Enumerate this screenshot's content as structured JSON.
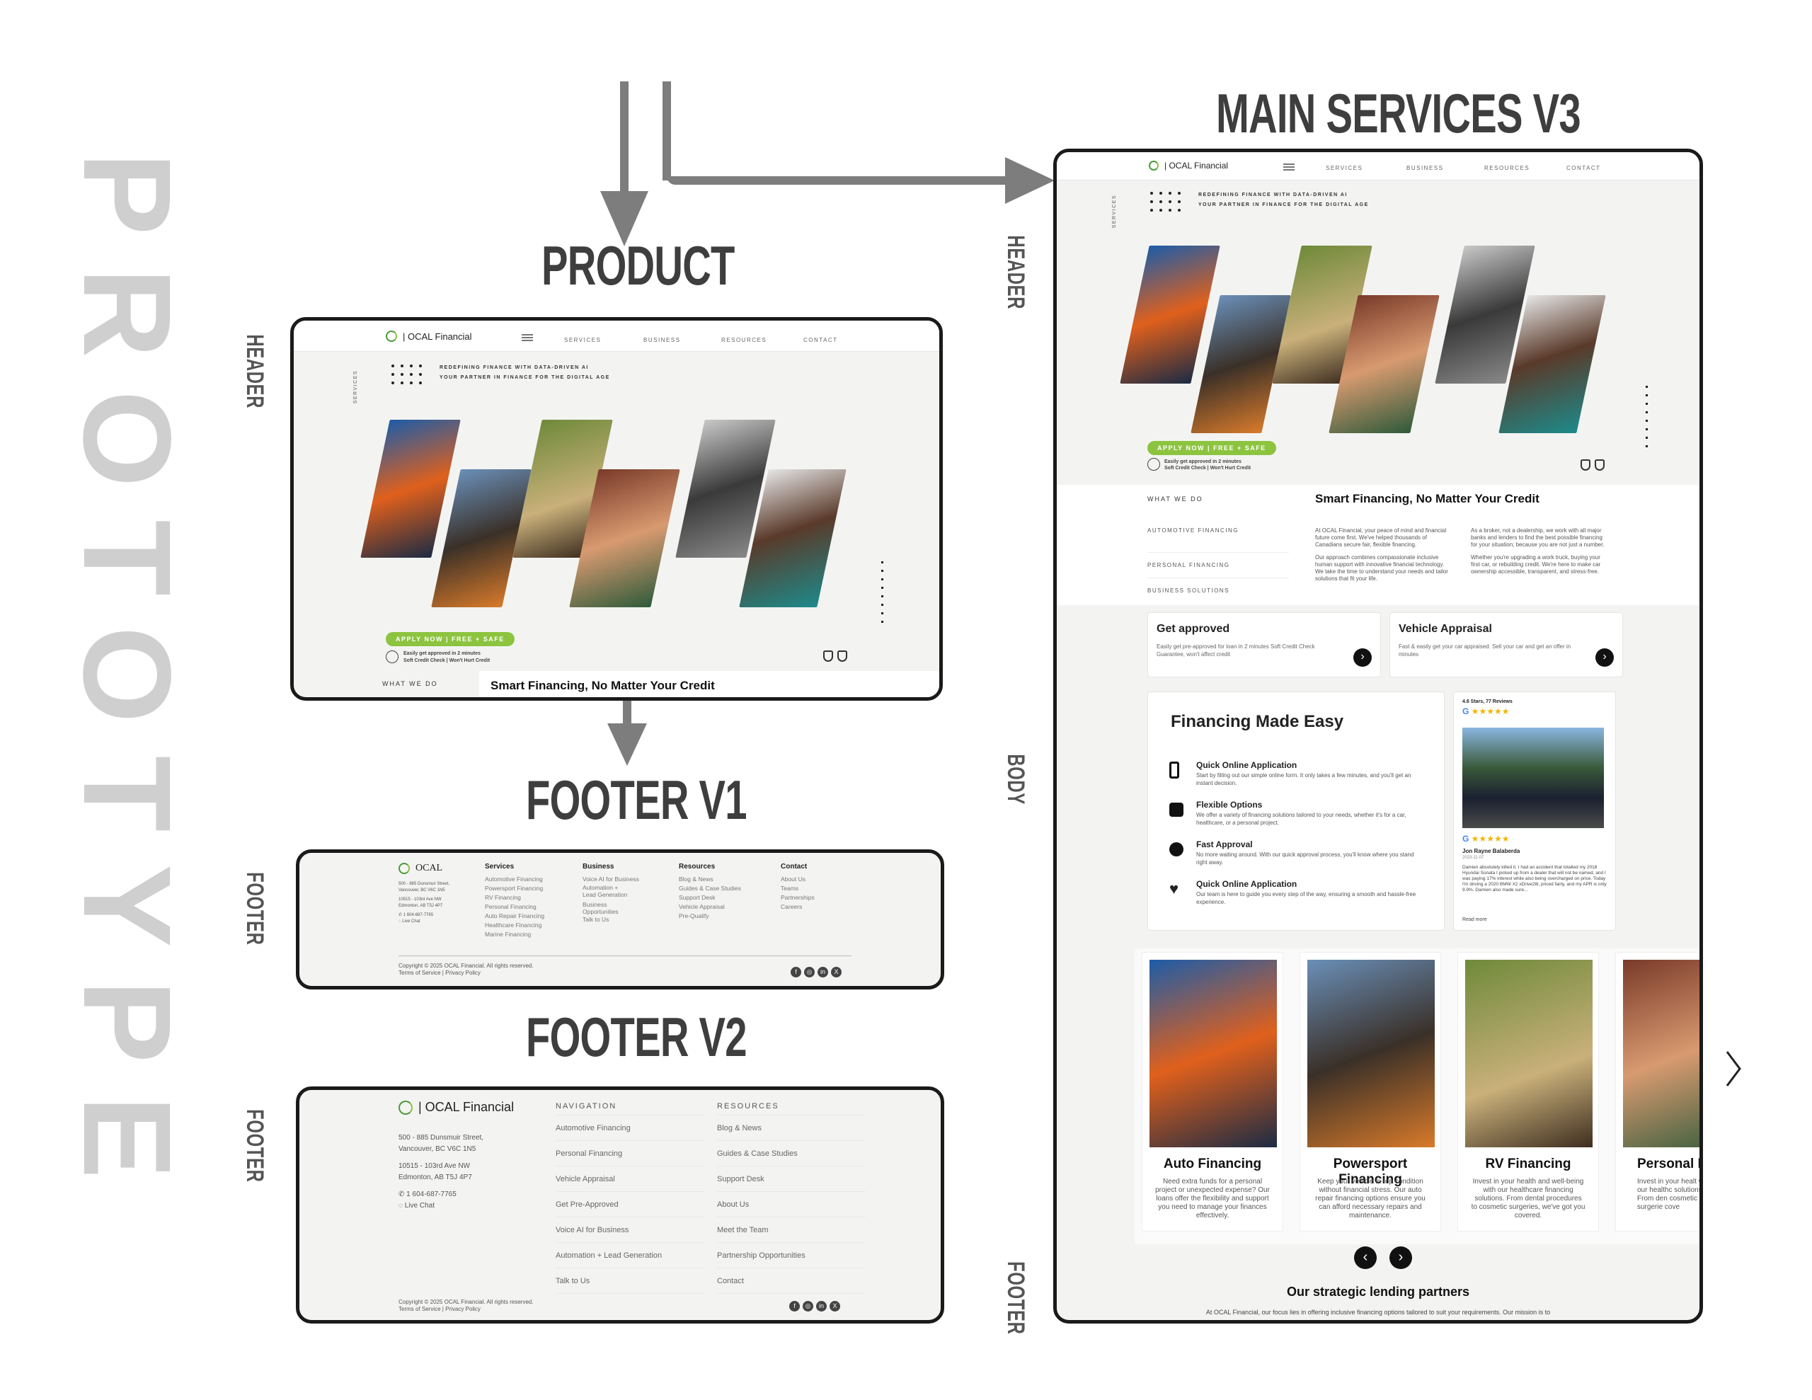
{
  "side_title": "PROTOTYPE",
  "titles": {
    "product": "PRODUCT",
    "main_services": "MAIN SERVICES V3",
    "footer_v1": "FOOTER V1",
    "footer_v2": "FOOTER V2"
  },
  "side_labels": {
    "header": "HEADER",
    "footer": "FOOTER",
    "body": "BODY"
  },
  "header": {
    "brand": "| OCAL Financial",
    "nav": [
      "SERVICES",
      "BUSINESS",
      "RESOURCES",
      "CONTACT"
    ],
    "side_tab": "SERVICES",
    "tagline_1": "REDEFINING FINANCE WITH DATA-DRIVEN AI",
    "tagline_2": "YOUR PARTNER IN FINANCE FOR THE DIGITAL AGE",
    "apply": "APPLY NOW | FREE + SAFE",
    "approve_1": "Easily get approved in 2 minutes",
    "approve_2": "Soft Credit Check | Won't Hurt Credit",
    "what_we_do": "WHAT WE DO",
    "smart_financing": "Smart Financing, No Matter Your Credit"
  },
  "body": {
    "menu": [
      "AUTOMOTIVE FINANCING",
      "PERSONAL FINANCING",
      "BUSINESS SOLUTIONS"
    ],
    "intro_left": "At OCAL Financial, your peace of mind and financial future come first. We've helped thousands of Canadians secure fair, flexible financing.",
    "intro_left_2": "Our approach combines compassionate inclusive human support with innovative financial technology. We take the time to understand your needs and tailor solutions that fit your life.",
    "intro_right": "As a broker, not a dealership, we work with all major banks and lenders to find the best possible financing for your situation; because you are not just a number.",
    "intro_right_2": "Whether you're upgrading a work truck, buying your first car, or rebuilding credit. We're here to make car ownership accessible, transparent, and stress-free.",
    "cards": [
      {
        "title": "Get approved",
        "text": "Easily get pre-approved for loan in 2 minutes Soft Credit Check Guarantee, won't affect credit"
      },
      {
        "title": "Vehicle Appraisal",
        "text": "Fast & easily get your car appraised. Sell your car and get an offer in minutes"
      }
    ],
    "easy_title": "Financing Made Easy",
    "easy_items": [
      {
        "title": "Quick Online Application",
        "text": "Start by filling out our simple online form. It only takes a few minutes, and you'll get an instant decision."
      },
      {
        "title": "Flexible Options",
        "text": "We offer a variety of financing solutions tailored to your needs, whether it's for a car, healthcare, or a personal project."
      },
      {
        "title": "Fast Approval",
        "text": "No more waiting around. With our quick approval process, you'll know where you stand right away."
      },
      {
        "title": "Quick Online Application",
        "text": "Our team is here to guide you every step of the way, ensuring a smooth and hassle-free experience."
      }
    ],
    "review": {
      "rating": "4.6 Stars, 77 Reviews",
      "name": "Jon Rayne Balaberda",
      "date": "2023-11-07",
      "text": "Damien absolutely killed it. I had an accident that totalled my 2018 Hyundai Sonata I picked up from a dealer that will not be named, and I was paying 17% interest while also being overcharged on price. Today I'm driving a 2020 BMW X2 xDrive28i, priced fairly, and my APR is only 9.9%. Damien also made sure...",
      "more": "Read more"
    },
    "services": [
      {
        "title": "Auto Financing",
        "text": "Need extra funds for a personal project or unexpected expense? Our loans offer the flexibility and support you need to manage your finances effectively."
      },
      {
        "title": "Powersport Financing",
        "text": "Keep your vehicle in top condition without financial stress. Our auto repair financing options ensure you can afford necessary repairs and maintenance."
      },
      {
        "title": "RV Financing",
        "text": "Invest in your health and well-being with our healthcare financing solutions. From dental procedures to cosmetic surgeries, we've got you covered."
      },
      {
        "title": "Personal Fi",
        "text": "Invest in your healt with our healthc solutions. From den cosmetic surgerie cove"
      }
    ],
    "partners_title": "Our strategic lending partners",
    "partners_text": "At OCAL Financial, our focus lies in offering inclusive financing options tailored to suit your requirements. Our mission is to"
  },
  "footer_v1": {
    "brand": "OCAL",
    "address": [
      "500 - 885 Dunsmuir Street,",
      "Vancouver, BC V6C 1N5",
      "10515 - 103rd Ave NW",
      "Edmonton, AB T5J 4P7"
    ],
    "phone": "1 604-687-7765",
    "chat": "Live Chat",
    "cols": [
      {
        "title": "Services",
        "items": [
          "Automotive Financing",
          "Powersport Financing",
          "RV Financing",
          "Personal Financing",
          "Auto Repair Financing",
          "Healthcare Financing",
          "Marine Financing"
        ]
      },
      {
        "title": "Business",
        "items": [
          "Voice AI for Business",
          "Automation +",
          "Lead Generation",
          "Business",
          "Opportunities",
          "Talk to Us"
        ]
      },
      {
        "title": "Resources",
        "items": [
          "Blog & News",
          "Guides & Case Studies",
          "Support Desk",
          "Vehicle Appraisal",
          "Pre-Qualify"
        ]
      },
      {
        "title": "Contact",
        "items": [
          "About Us",
          "Teams",
          "Partnerships",
          "Careers"
        ]
      }
    ],
    "copyright": "Copyright © 2025 OCAL Financial. All rights reserved.",
    "terms": "Terms of Service | Privacy Policy"
  },
  "footer_v2": {
    "brand": "| OCAL Financial",
    "address": [
      "500 - 885 Dunsmuir Street,",
      "Vancouver, BC V6C 1N5",
      "10515 - 103rd Ave NW",
      "Edmonton, AB T5J 4P7"
    ],
    "phone": "1 604-687-7765",
    "chat": "Live Chat",
    "nav_title": "NAVIGATION",
    "nav": [
      "Automotive Financing",
      "Personal Financing",
      "Vehicle Appraisal",
      "Get Pre-Approved",
      "Voice AI for Business",
      "Automation + Lead Generation",
      "Talk to Us"
    ],
    "res_title": "RESOURCES",
    "res": [
      "Blog & News",
      "Guides & Case Studies",
      "Support Desk",
      "About Us",
      "Meet the Team",
      "Partnership Opportunities",
      "Contact"
    ],
    "copyright": "Copyright © 2025 OCAL Financial. All rights reserved.",
    "terms": "Terms of Service | Privacy Policy"
  },
  "colors": {
    "accent": "#8cc43f",
    "frame": "#1a1a1a",
    "arrow": "#7d7d7d",
    "title": "#3e3e3e"
  },
  "icons": [
    "phone-icon",
    "list-icon",
    "clock-icon",
    "heart-hand-icon",
    "chevron-right-icon",
    "chevron-left-icon",
    "shield-icon",
    "google-icon",
    "star-icon"
  ]
}
